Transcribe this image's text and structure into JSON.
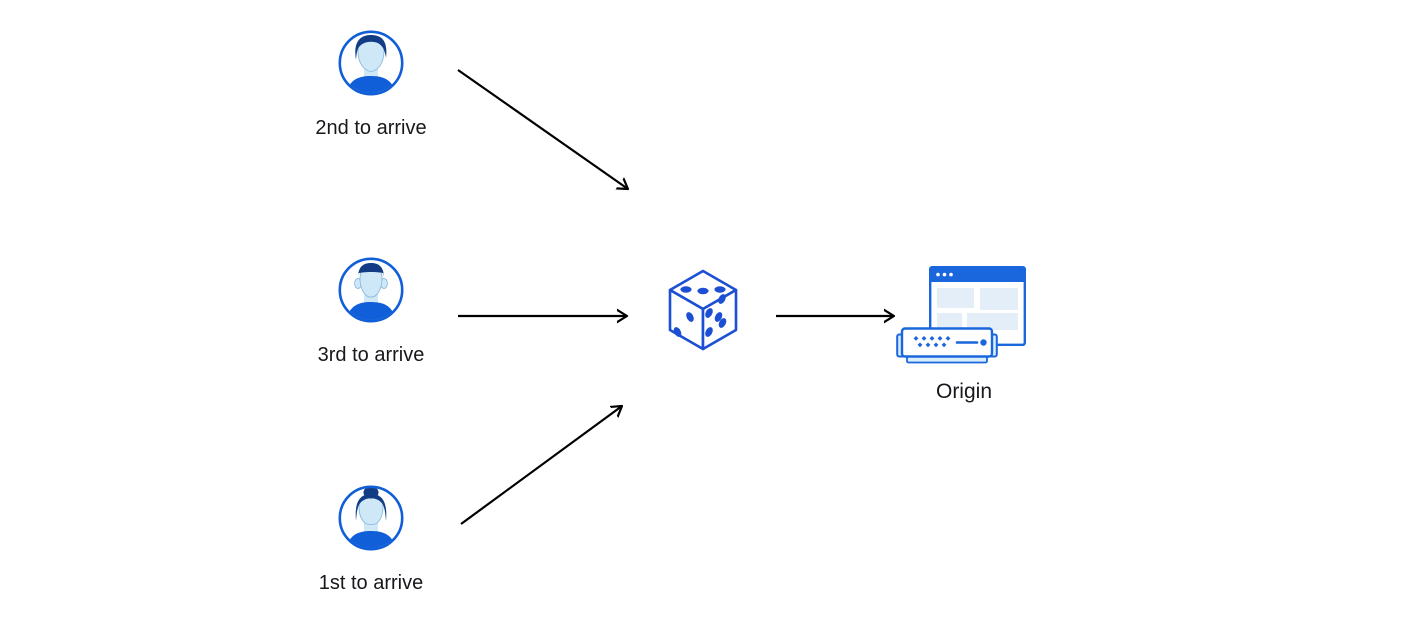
{
  "diagram": {
    "clients": [
      {
        "id": "second",
        "label": "2nd to arrive",
        "avatar_icon": "person-swept-hair-avatar-icon"
      },
      {
        "id": "third",
        "label": "3rd to arrive",
        "avatar_icon": "person-short-hair-avatar-icon"
      },
      {
        "id": "first",
        "label": "1st to arrive",
        "avatar_icon": "person-bun-hair-avatar-icon"
      }
    ],
    "random_selector": {
      "icon": "dice-icon"
    },
    "origin": {
      "label": "Origin",
      "icons": [
        "browser-window-icon",
        "server-icon"
      ]
    },
    "colors": {
      "accent_blue": "#105ed8",
      "dice_blue": "#1c4fd3",
      "dark_navy": "#123d85",
      "face_blue": "#cfe8f8",
      "browser_blue": "#1a66dc",
      "panel_blue": "#e3eef8",
      "server_light": "#d9edfb",
      "arrow_black": "#000000",
      "text_color": "#17181c",
      "background": "#ffffff"
    }
  }
}
